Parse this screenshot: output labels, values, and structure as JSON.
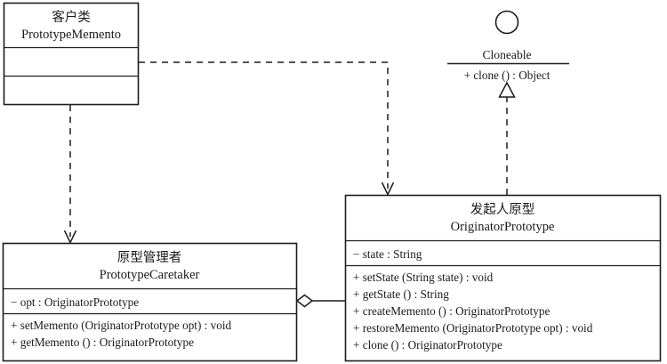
{
  "diagram": {
    "title": "Prototype / Memento UML Class Diagram",
    "type": "uml-class-diagram",
    "background": "#ffffff",
    "line_color": "#1d1d1d"
  },
  "classes": {
    "client": {
      "stereotype_cn": "客户类",
      "name": "PrototypeMemento",
      "attributes": [],
      "operations": []
    },
    "caretaker": {
      "stereotype_cn": "原型管理者",
      "name": "PrototypeCaretaker",
      "attributes": [
        "− opt : OriginatorPrototype"
      ],
      "operations": [
        "+ setMemento (OriginatorPrototype opt) : void",
        "+ getMemento () : OriginatorPrototype"
      ]
    },
    "originator": {
      "stereotype_cn": "发起人原型",
      "name": "OriginatorPrototype",
      "attributes": [
        "− state : String"
      ],
      "operations": [
        "+ setState (String state) : void",
        "+ getState () : String",
        "+ createMemento () : OriginatorPrototype",
        "+ restoreMemento (OriginatorPrototype opt) : void",
        "+ clone () : OriginatorPrototype"
      ]
    }
  },
  "interface": {
    "name": "Cloneable",
    "operations": [
      "+ clone () : Object"
    ]
  },
  "relations": [
    {
      "id": "client-to-caretaker",
      "kind": "dependency",
      "style": "dashed",
      "arrow": "open",
      "from": "client",
      "to": "caretaker"
    },
    {
      "id": "client-to-originator",
      "kind": "dependency",
      "style": "dashed",
      "arrow": "open",
      "from": "client",
      "to": "originator"
    },
    {
      "id": "caretaker-aggregates-originator",
      "kind": "aggregation",
      "style": "solid",
      "arrow": "hollow-diamond",
      "from": "caretaker",
      "to": "originator"
    },
    {
      "id": "originator-realizes-cloneable",
      "kind": "realization",
      "style": "dashed",
      "arrow": "hollow-triangle",
      "from": "originator",
      "to": "Cloneable"
    }
  ]
}
